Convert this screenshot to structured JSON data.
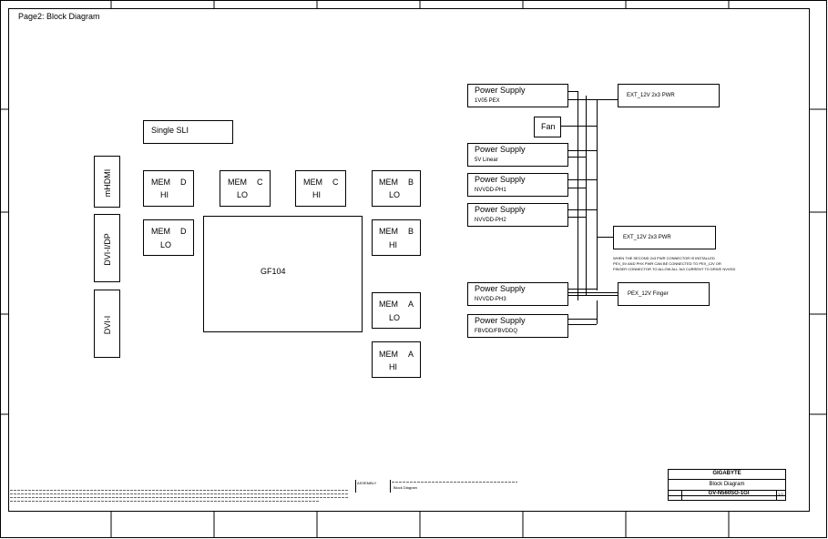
{
  "page_title": "Page2: Block Diagram",
  "connectors": {
    "mhdmi": "mHDMI",
    "dvi_dp": "DVI-I/DP",
    "dvi_i": "DVI-I"
  },
  "single_sli": "Single SLI",
  "gpu": "GF104",
  "mem": [
    {
      "l1": "MEM",
      "l2": "D",
      "l3": "HI"
    },
    {
      "l1": "MEM",
      "l2": "C",
      "l3": "LO"
    },
    {
      "l1": "MEM",
      "l2": "C",
      "l3": "HI"
    },
    {
      "l1": "MEM",
      "l2": "B",
      "l3": "LO"
    },
    {
      "l1": "MEM",
      "l2": "D",
      "l3": "LO"
    },
    {
      "l1": "MEM",
      "l2": "B",
      "l3": "HI"
    },
    {
      "l1": "MEM",
      "l2": "A",
      "l3": "LO"
    },
    {
      "l1": "MEM",
      "l2": "A",
      "l3": "HI"
    }
  ],
  "power": [
    {
      "title": "Power Supply",
      "sub": "1V05 PEX"
    },
    {
      "title": "Power Supply",
      "sub": "5V Linear"
    },
    {
      "title": "Power Supply",
      "sub": "NVVDD-PH1"
    },
    {
      "title": "Power Supply",
      "sub": "NVVDD-PH2"
    },
    {
      "title": "Power Supply",
      "sub": "NVVDD-PH3"
    },
    {
      "title": "Power Supply",
      "sub": "FBVDD/FBVDDQ"
    }
  ],
  "fan": "Fan",
  "ext1": "EXT_12V 2x3 PWR",
  "ext2": "EXT_12V 2x3 PWR",
  "pex_finger": "PEX_12V Finger",
  "note": [
    "WHEN THE SECOND 2x3 PWR CONNECTOR IS INSTALLED",
    "PEX_5V AND PHX PWR CAN BE CONNECTED TO PEX_12V OR",
    "FINGER CONNECTOR TO ALLOW ALL 3x3 CURRENT TO DRIVE NVVDD"
  ],
  "title_block": {
    "company": "GIGABYTE",
    "title": "Block Diagram",
    "model": "GV-N560SO-1GI",
    "rev": "1.0",
    "assembly_label": "ASSEMBLY",
    "sheet_label": "Block Diagram"
  }
}
